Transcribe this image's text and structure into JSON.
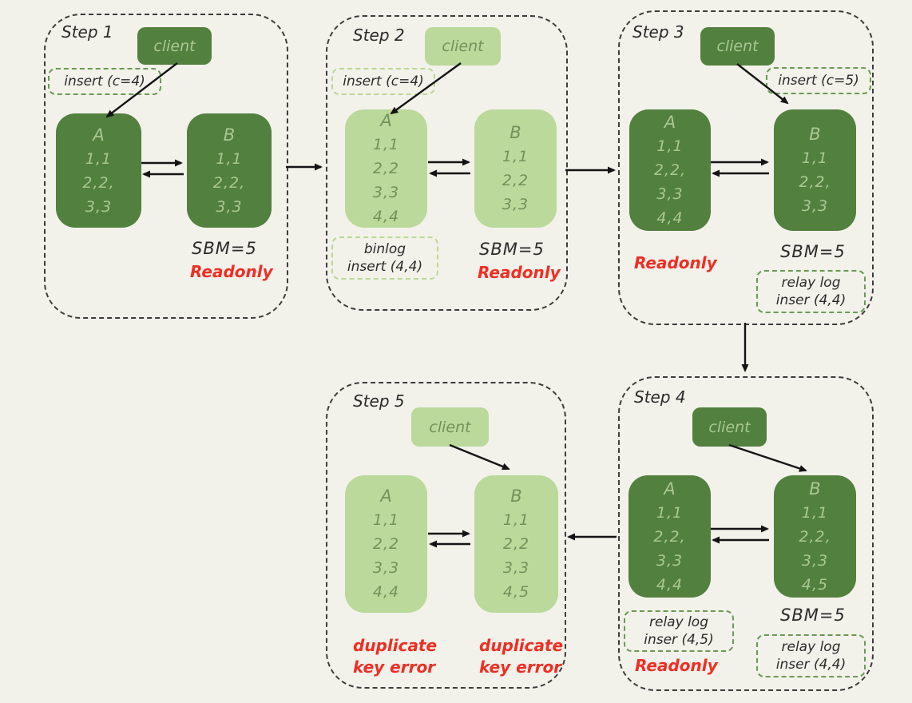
{
  "diagram": {
    "title_hint": "MySQL dual-master replication duplicate key scenario",
    "colors": {
      "background": "#f2f1ea",
      "dark_green": "#52803e",
      "light_green": "#bad99b",
      "dark_node_text": "#a9c794",
      "light_node_text": "#74915b",
      "ink": "#2b2b2b",
      "error_red": "#ee2e24",
      "note_border_green": "#6a9a55",
      "note_border_light_green": "#bdd795"
    }
  },
  "steps": [
    {
      "label": "Step 1",
      "client_label": "client",
      "insert_note": {
        "line1": "insert (c=4)"
      },
      "node_a": {
        "title": "A",
        "rows": [
          "1,1",
          "2,2,",
          "3,3"
        ]
      },
      "node_b": {
        "title": "B",
        "rows": [
          "1,1",
          "2,2,",
          "3,3"
        ]
      },
      "sbm_label": "SBM=5",
      "readonly_label": "Readonly"
    },
    {
      "label": "Step 2",
      "client_label": "client",
      "insert_note": {
        "line1": "insert (c=4)"
      },
      "node_a": {
        "title": "A",
        "rows": [
          "1,1",
          "2,2",
          "3,3",
          "4,4"
        ]
      },
      "node_b": {
        "title": "B",
        "rows": [
          "1,1",
          "2,2",
          "3,3"
        ]
      },
      "binlog_note": {
        "line1": "binlog",
        "line2": "insert (4,4)"
      },
      "sbm_label": "SBM=5",
      "readonly_label": "Readonly"
    },
    {
      "label": "Step 3",
      "client_label": "client",
      "insert_note": {
        "line1": "insert (c=5)"
      },
      "node_a": {
        "title": "A",
        "rows": [
          "1,1",
          "2,2,",
          "3,3",
          "4,4"
        ]
      },
      "node_b": {
        "title": "B",
        "rows": [
          "1,1",
          "2,2,",
          "3,3"
        ]
      },
      "readonly_label": "Readonly",
      "sbm_label": "SBM=5",
      "relay_note": {
        "line1": "relay log",
        "line2": "inser (4,4)"
      }
    },
    {
      "label": "Step 4",
      "client_label": "client",
      "node_a": {
        "title": "A",
        "rows": [
          "1,1",
          "2,2,",
          "3,3",
          "4,4"
        ]
      },
      "node_b": {
        "title": "B",
        "rows": [
          "1,1",
          "2,2,",
          "3,3",
          "4,5"
        ]
      },
      "relay_note_a": {
        "line1": "relay log",
        "line2": "inser (4,5)"
      },
      "readonly_label": "Readonly",
      "sbm_label": "SBM=5",
      "relay_note_b": {
        "line1": "relay log",
        "line2": "inser (4,4)"
      }
    },
    {
      "label": "Step 5",
      "client_label": "client",
      "node_a": {
        "title": "A",
        "rows": [
          "1,1",
          "2,2",
          "3,3",
          "4,4"
        ]
      },
      "node_b": {
        "title": "B",
        "rows": [
          "1,1",
          "2,2",
          "3,3",
          "4,5"
        ]
      },
      "error_a": {
        "line1": "duplicate",
        "line2": "key error"
      },
      "error_b": {
        "line1": "duplicate",
        "line2": "key error"
      }
    }
  ]
}
